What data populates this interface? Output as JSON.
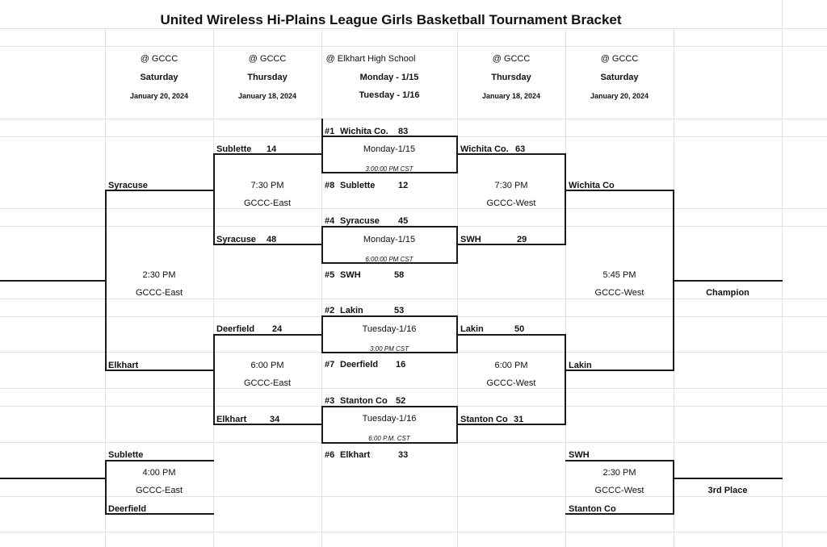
{
  "title": "United Wireless Hi-Plains League Girls  Basketball Tournament Bracket",
  "header": {
    "col1": {
      "venue": "@ GCCC",
      "day": "Saturday",
      "date": "January 20, 2024"
    },
    "col2": {
      "venue": "@ GCCC",
      "day": "Thursday",
      "date": "January 18, 2024"
    },
    "col3": {
      "venue": "@ Elkhart High School",
      "day": "Monday - 1/15",
      "date": "Tuesday - 1/16"
    },
    "col4": {
      "venue": "@ GCCC",
      "day": "Thursday",
      "date": "January 18, 2024"
    },
    "col5": {
      "venue": "@ GCCC",
      "day": "Saturday",
      "date": "January 20, 2024"
    }
  },
  "first_round": {
    "g1": {
      "top_seed": "#1",
      "top_team": "Wichita Co.",
      "top_score": "83",
      "day": "Monday-1/15",
      "time": "3:00:00 PM CST",
      "bot_seed": "#8",
      "bot_team": "Sublette",
      "bot_score": "12"
    },
    "g2": {
      "top_seed": "#4",
      "top_team": "Syracuse",
      "top_score": "45",
      "day": "Monday-1/15",
      "time": "6:00:00 PM CST",
      "bot_seed": "#5",
      "bot_team": "SWH",
      "bot_score": "58"
    },
    "g3": {
      "top_seed": "#2",
      "top_team": "Lakin",
      "top_score": "53",
      "day": "Tuesday-1/16",
      "time": "3:00 PM CST",
      "bot_seed": "#7",
      "bot_team": "Deerfield",
      "bot_score": "16"
    },
    "g4": {
      "top_seed": "#3",
      "top_team": "Stanton Co",
      "top_score": "52",
      "day": "Tuesday-1/16",
      "time": "6:00 P.M. CST",
      "bot_seed": "#6",
      "bot_team": "Elkhart",
      "bot_score": "33"
    }
  },
  "quarter_left": {
    "q1": {
      "top_team": "Sublette",
      "top_score": "14",
      "time": "7:30 PM",
      "venue": "GCCC-East",
      "bot_team": "Syracuse",
      "bot_score": "48"
    },
    "q2": {
      "top_team": "Deerfield",
      "top_score": "24",
      "time": "6:00 PM",
      "venue": "GCCC-East",
      "bot_team": "Elkhart",
      "bot_score": "34"
    }
  },
  "quarter_right": {
    "q1": {
      "top_team": "Wichita Co.",
      "top_score": "63",
      "time": "7:30 PM",
      "venue": "GCCC-West",
      "bot_team": "SWH",
      "bot_score": "29"
    },
    "q2": {
      "top_team": "Lakin",
      "top_score": "50",
      "time": "6:00 PM",
      "venue": "GCCC-West",
      "bot_team": "Stanton Co",
      "bot_score": "31"
    }
  },
  "semi_left": {
    "top_team": "Syracuse",
    "time": "2:30 PM",
    "venue": "GCCC-East",
    "bot_team": "Elkhart"
  },
  "semi_right": {
    "top_team": "Wichita Co",
    "time": "5:45 PM",
    "venue": "GCCC-West",
    "bot_team": "Lakin"
  },
  "champion_label": "Champion",
  "consolation_left": {
    "top_team": "Sublette",
    "time": "4:00 PM",
    "venue": "GCCC-East",
    "bot_team": "Deerfield"
  },
  "consolation_right": {
    "top_team": "SWH",
    "time": "2:30 PM",
    "venue": "GCCC-West",
    "bot_team": "Stanton Co"
  },
  "third_place_label": "3rd Place"
}
